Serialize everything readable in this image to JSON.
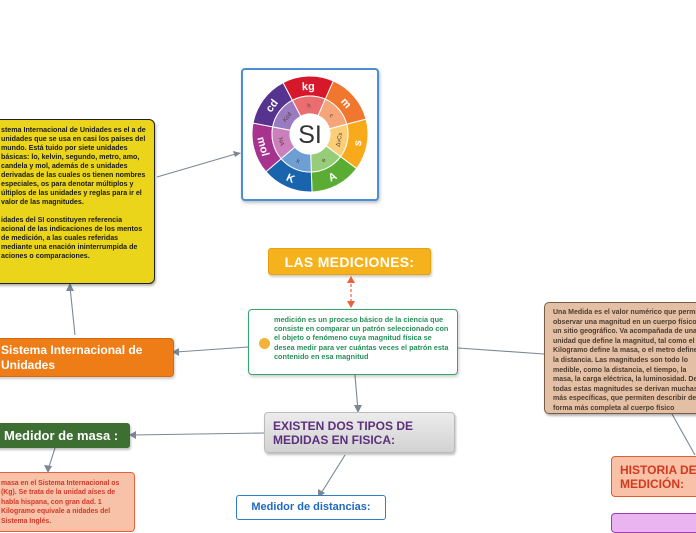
{
  "nodes": {
    "title": "LAS MEDICIONES:",
    "central": "medición es un proceso básico de la ciencia que consiste en comparar un patrón seleccionado con el objeto o fenómeno cuya magnitud física se desea medir para ver cuántas veces el patrón esta contenido en esa magnitud",
    "si_definition": {
      "paragraph_1": "stema Internacional de Unidades es el a de unidades que se usa en casi los países del mundo. Está tuido por siete unidades básicas: lo, kelvin, segundo, metro, amo, candela y mol, además de s unidades derivadas de las cuales os tienen nombres especiales, os para denotar múltiplos y últiplos de las unidades y reglas para ir el valor de las magnitudes.",
      "paragraph_2": "idades del SI constituyen referencia acional de las indicaciones de los mentos de medición, a las cuales referidas mediante una enación ininterrumpida de aciones o comparaciones."
    },
    "si_label": "Sistema Internacional de Unidades",
    "measure_definition": "Una Medida es el valor numérico que permite observar una magnitud en un cuerpo físico o un sitio geográfico. Va acompañada de una unidad que define la magnitud, tal como el Kilogramo define la masa, o el metro define a la distancia. Las magnitudes son todo lo medible, como la distancia, el tiempo, la masa, la carga eléctrica, la luminosidad. De todas estas magnitudes se derivan muchas más específicas, que permiten describir de forma más completa al cuerpo físico",
    "types": "EXISTEN DOS TIPOS DE MEDIDAS EN FISICA:",
    "mass_meter": "Medidor de masa :",
    "mass_definition": "masa en el Sistema Internacional os (Kg). Se trata de la unidad aíses de habla hispana, con gran dad. 1 Kilogramo equivale a nidades del Sistema Inglés.",
    "distance_meter": "Medidor de distancias:",
    "history": "HISTORIA DE MEDICIÓN:"
  },
  "si_logo": {
    "center": "SI",
    "outer_units": [
      "kg",
      "m",
      "s",
      "A",
      "K",
      "mol",
      "cd"
    ],
    "inner_constants": [
      "h",
      "c",
      "ΔνCs",
      "e",
      "k",
      "NA",
      "Kcd"
    ],
    "outer_colors": [
      "#d7182a",
      "#f0772d",
      "#f9aa1b",
      "#5aac33",
      "#1a63ad",
      "#a8338f",
      "#55338e"
    ],
    "inner_colors": [
      "#ea6e6f",
      "#f5a57a",
      "#fbcf7a",
      "#97cc78",
      "#6d9fd5",
      "#cc7fbd",
      "#9a7ac0"
    ]
  },
  "colors": {
    "connector": "#7b8794",
    "connector_dashed": "#e8623a"
  }
}
